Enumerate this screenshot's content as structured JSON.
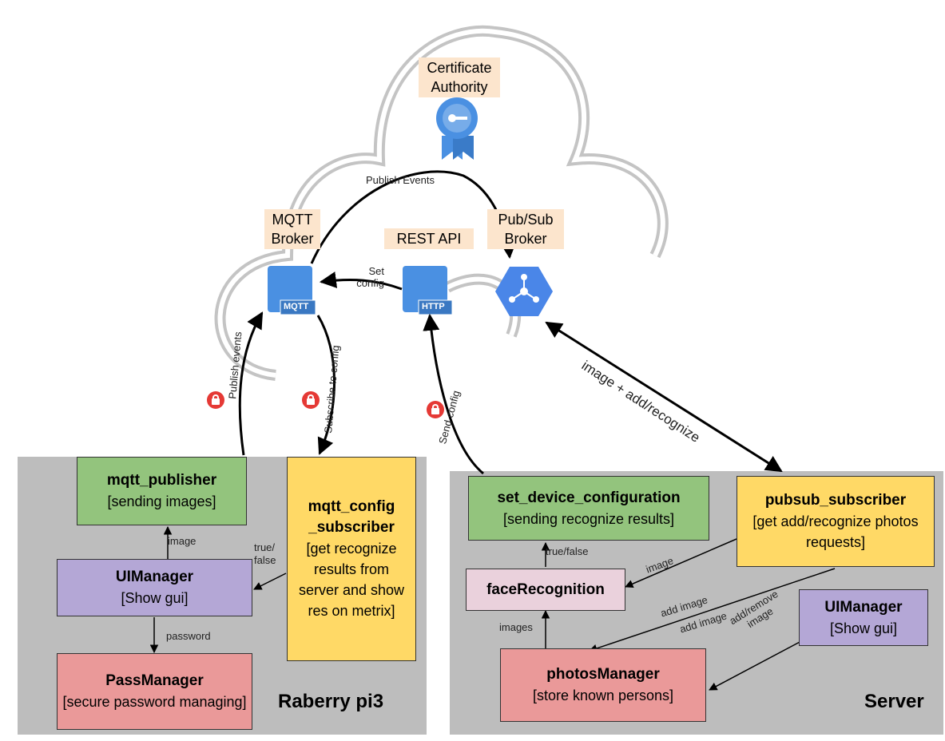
{
  "cloud": {
    "certificate_authority": "Certificate Authority",
    "mqtt_broker": "MQTT Broker",
    "rest_api": "REST API",
    "pubsub_broker": "Pub/Sub Broker",
    "mqtt_icon_text": "MQTT",
    "http_icon_text": "HTTP"
  },
  "edges": {
    "publish_events_top": "Publish Events",
    "set_config": "Set config",
    "publish_events_side": "Publish events",
    "subscribe_to_config": "Subscribe to config",
    "send_config": "Send config",
    "image_add_recognize": "image  + add/recognize",
    "rpi_image": "image",
    "rpi_true_false": "true/ false",
    "rpi_password": "password",
    "srv_true_false": "true/false",
    "srv_image": "image",
    "srv_images": "images",
    "srv_add_image_1": "add image",
    "srv_add_image_2": "add image",
    "srv_add_remove_image": "add/remove image"
  },
  "rpi": {
    "title": "Raberry pi3",
    "mqtt_publisher": {
      "name": "mqtt_publisher",
      "desc": "[sending images]"
    },
    "mqtt_config_subscriber": {
      "name": "mqtt_config _subscriber",
      "desc": "[get recognize results from server and show res on metrix]"
    },
    "ui_manager": {
      "name": "UIManager",
      "desc": "[Show gui]"
    },
    "pass_manager": {
      "name": "PassManager",
      "desc": "[secure password managing]"
    }
  },
  "server": {
    "title": "Server",
    "set_device_configuration": {
      "name": "set_device_configuration",
      "desc": "[sending recognize results]"
    },
    "pubsub_subscriber": {
      "name": "pubsub_subscriber",
      "desc": "[get add/recognize photos requests]"
    },
    "face_recognition": {
      "name": "faceRecognition"
    },
    "ui_manager": {
      "name": "UIManager",
      "desc": "[Show gui]"
    },
    "photos_manager": {
      "name": "photosManager",
      "desc": "[store known persons]"
    }
  },
  "colors": {
    "green": "#93c47d",
    "yellow": "#ffd966",
    "purple": "#b4a7d6",
    "red": "#ea9999",
    "pink": "#ead1dc",
    "panel": "#bdbdbd",
    "tag": "#fce5cd",
    "gcp_blue": "#4a90e2",
    "lock_red": "#e53935"
  },
  "icons": [
    "certificate-ribbon-icon",
    "mqtt-server-icon",
    "http-server-icon",
    "pubsub-hexagon-icon",
    "lock-icon"
  ]
}
